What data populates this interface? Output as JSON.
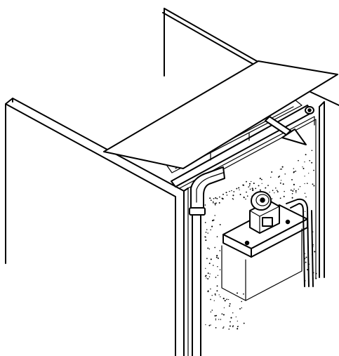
{
  "diagram": {
    "colors": {
      "line": "#000000",
      "background": "#ffffff",
      "speckle": "#000000"
    },
    "components": {
      "cabinet": "cabinet-enclosure",
      "lid": "hinged-top-panel",
      "arrow": "removal-direction-arrow",
      "reservoir": "fluid-reservoir",
      "filler_cap": "reservoir-filler-cap",
      "hose": "flexible-hose",
      "interior": "speckled-interior-lining"
    }
  }
}
